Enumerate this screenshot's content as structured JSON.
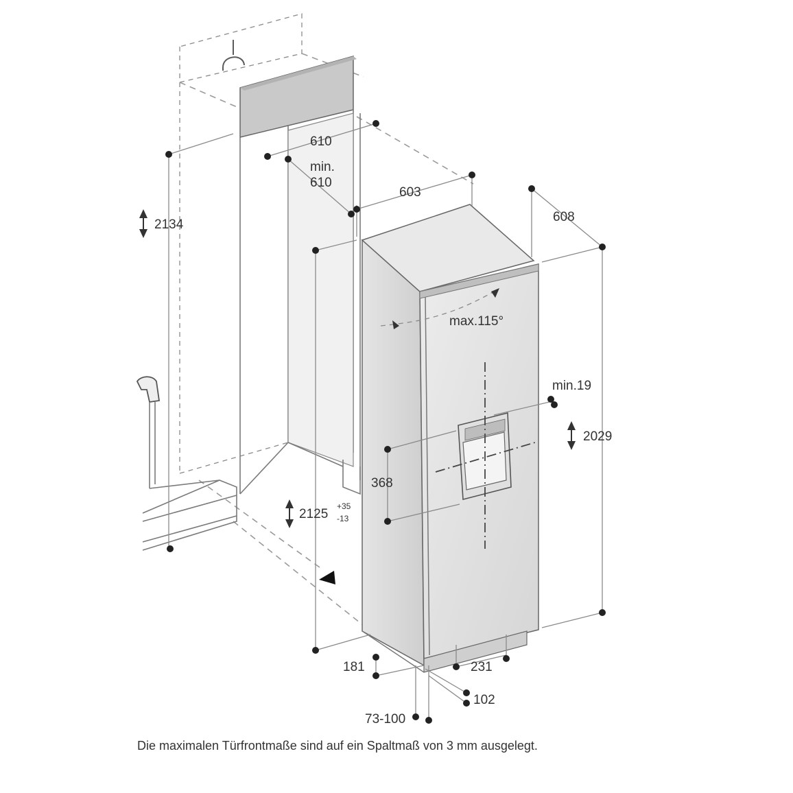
{
  "dimensions": {
    "niche_height": "2134",
    "niche_width": "610",
    "niche_depth_min_label": "min.",
    "niche_depth_min_value": "610",
    "appliance_width": "603",
    "appliance_depth": "608",
    "door_angle": "max.115°",
    "side_clearance": "min.19",
    "door_height": "2029",
    "dispenser_height": "368",
    "niche_depth_adjust": "2125",
    "niche_depth_tol_plus": "+35",
    "niche_depth_tol_minus": "-13",
    "base_height": "181",
    "plinth_width": "231",
    "plinth_depth": "102",
    "plinth_range": "73-100"
  },
  "caption": "Die maximalen Türfrontmaße sind auf ein Spaltmaß von 3 mm ausgelegt.",
  "colors": {
    "line": "#7a7a7a",
    "text": "#333333",
    "panel": "#d9d9d9"
  },
  "icons": [
    "water-tap-icon",
    "power-socket-icon",
    "vertical-arrow-icon"
  ]
}
